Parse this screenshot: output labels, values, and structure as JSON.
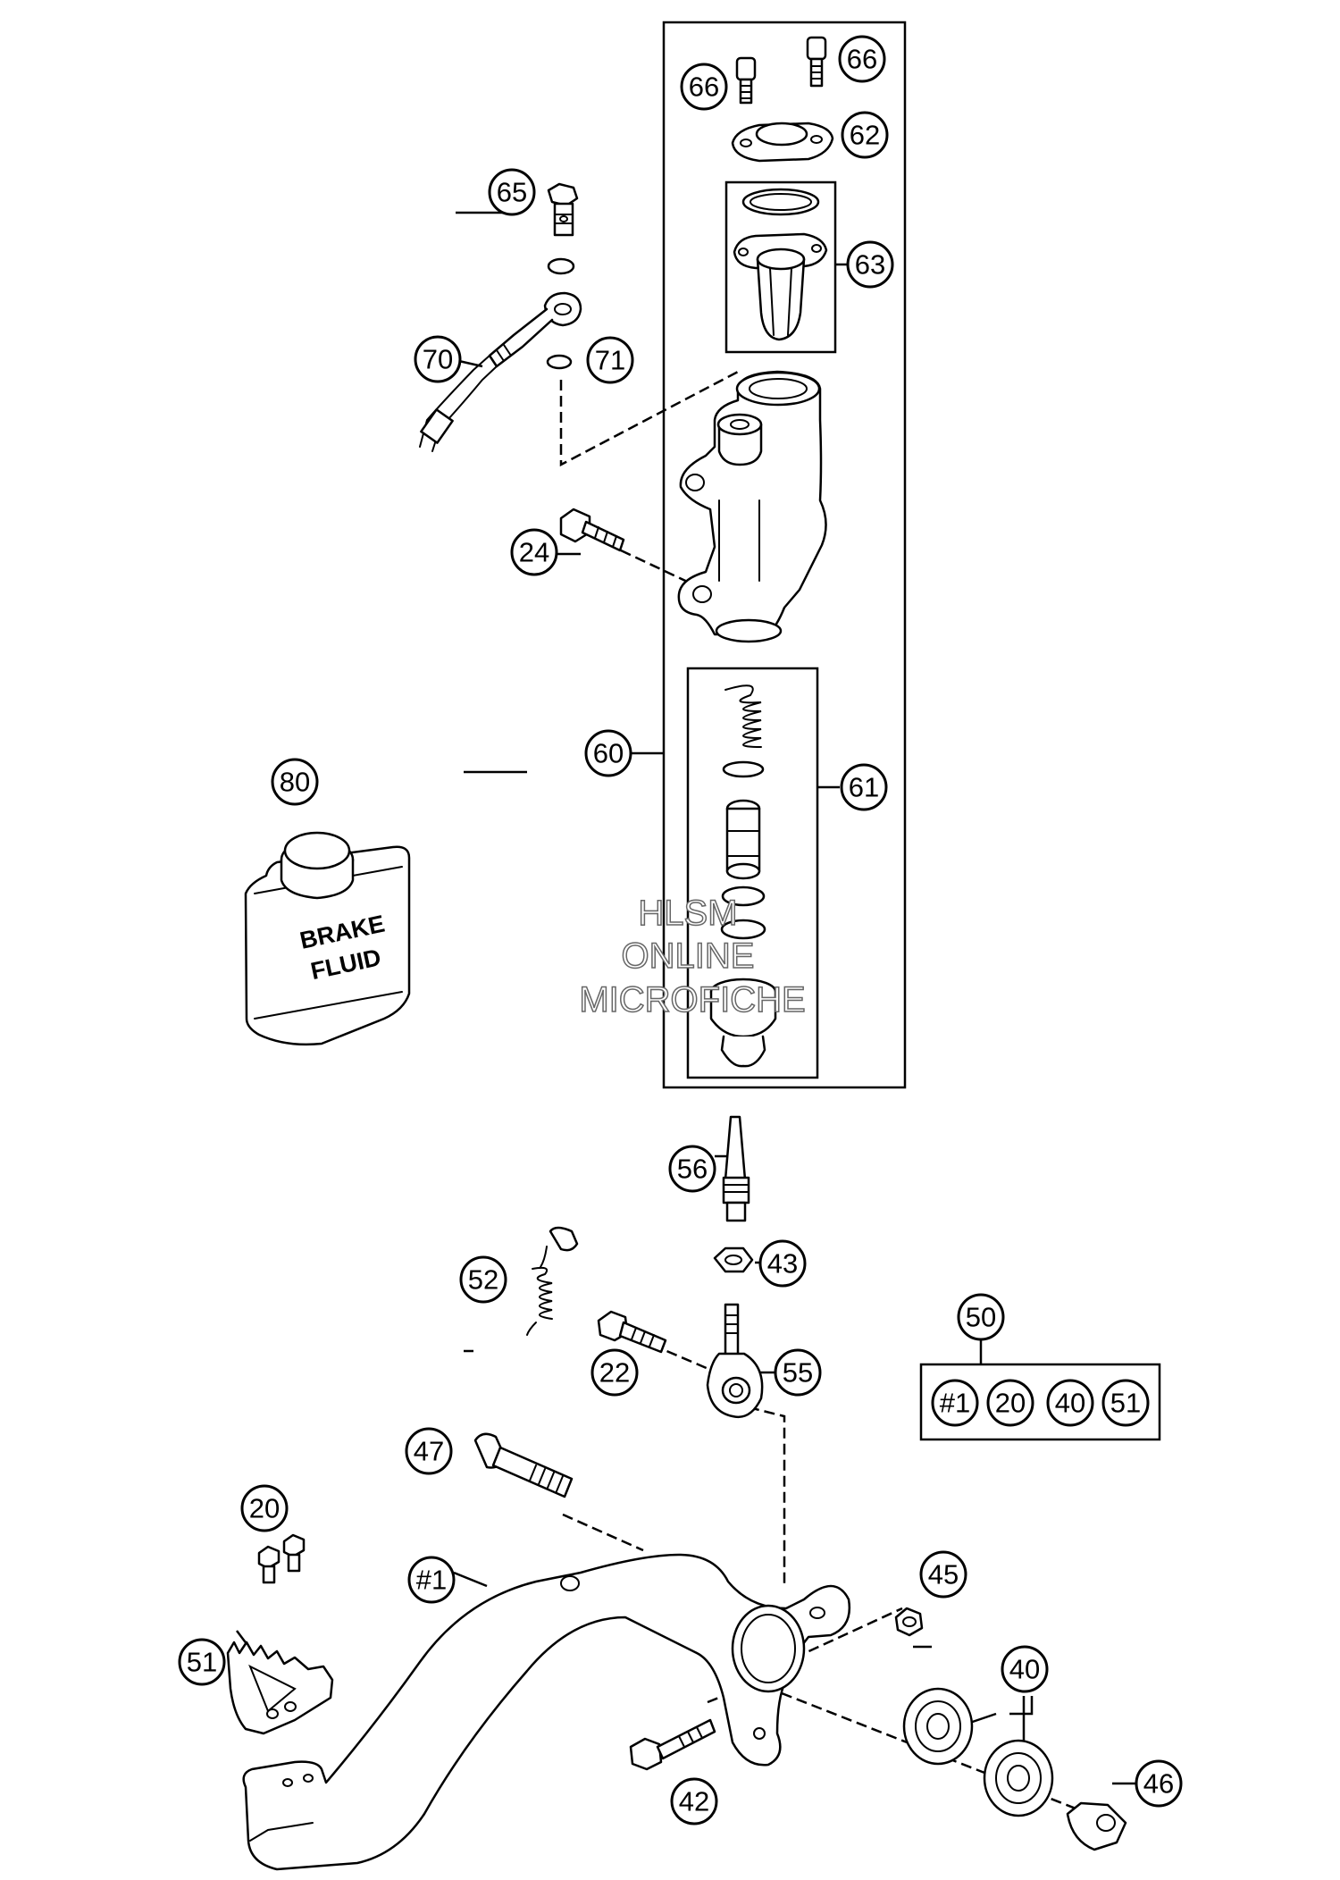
{
  "callouts": [
    {
      "id": "c66a",
      "label": "66"
    },
    {
      "id": "c66b",
      "label": "66"
    },
    {
      "id": "c62",
      "label": "62"
    },
    {
      "id": "c63",
      "label": "63"
    },
    {
      "id": "c65",
      "label": "65"
    },
    {
      "id": "c70",
      "label": "70"
    },
    {
      "id": "c71",
      "label": "71"
    },
    {
      "id": "c24",
      "label": "24"
    },
    {
      "id": "c60",
      "label": "60"
    },
    {
      "id": "c61",
      "label": "61"
    },
    {
      "id": "c80",
      "label": "80"
    },
    {
      "id": "c56",
      "label": "56"
    },
    {
      "id": "c43",
      "label": "43"
    },
    {
      "id": "c52",
      "label": "52"
    },
    {
      "id": "c22",
      "label": "22"
    },
    {
      "id": "c55",
      "label": "55"
    },
    {
      "id": "c50",
      "label": "50"
    },
    {
      "id": "c47",
      "label": "47"
    },
    {
      "id": "c20",
      "label": "20"
    },
    {
      "id": "c1",
      "label": "#1"
    },
    {
      "id": "c45",
      "label": "45"
    },
    {
      "id": "c51",
      "label": "51"
    },
    {
      "id": "c40",
      "label": "40"
    },
    {
      "id": "c42",
      "label": "42"
    },
    {
      "id": "c46",
      "label": "46"
    },
    {
      "id": "k1",
      "label": "#1"
    },
    {
      "id": "k20",
      "label": "20"
    },
    {
      "id": "k40",
      "label": "40"
    },
    {
      "id": "k51",
      "label": "51"
    }
  ],
  "brake_fluid_can": {
    "line1": "BRAKE",
    "line2": "FLUID"
  },
  "watermark": {
    "line1": "HLSM",
    "line2": "ONLINE",
    "line3": "MICROFICHE"
  }
}
